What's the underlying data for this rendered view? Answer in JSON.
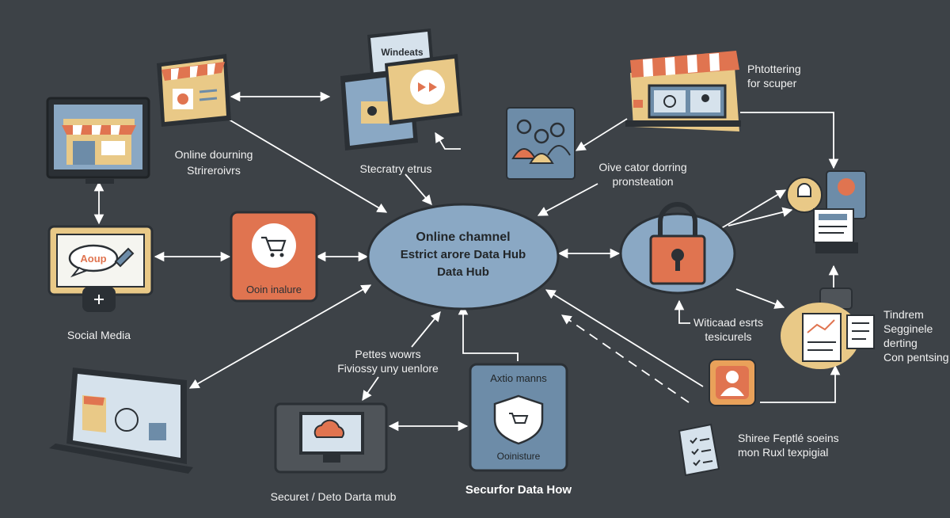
{
  "colors": {
    "background": "#3d4247",
    "hub_fill": "#8aa8c4",
    "orange": "#e07450",
    "cream": "#e9c987",
    "slate": "#6d8ca8",
    "dark_panel": "#4f5459",
    "outline": "#222629",
    "arrow": "#ffffff"
  },
  "hub": {
    "lines": [
      "Online chamnel",
      "Estrict arore Data Hub",
      "Data Hub"
    ]
  },
  "nodes": {
    "online_store": {
      "icon": "storefront-monitor-icon",
      "label_lines": [
        "Online dourning",
        "Strireroivrs"
      ]
    },
    "windows": {
      "icon": "browser-windows-icon",
      "window_title": "Windeats",
      "label": "Stecratry etrus"
    },
    "people": {
      "icon": "people-group-icon"
    },
    "shop": {
      "icon": "shop-building-icon",
      "label_lines": [
        "Phtottering",
        "for scuper"
      ]
    },
    "social": {
      "icon": "chat-bubble-icon",
      "bubble_text": "Aoup",
      "label": "Social Media"
    },
    "cart": {
      "icon": "shopping-cart-icon",
      "label": "Ooin inalure"
    },
    "lock": {
      "icon": "padlock-icon"
    },
    "avatar_docs": {
      "icon": "avatar-documents-icon"
    },
    "laptop": {
      "icon": "laptop-storefront-icon"
    },
    "cloud_monitor": {
      "icon": "cloud-monitor-icon",
      "label": "Securet / Deto Darta mub"
    },
    "shield": {
      "icon": "shield-cart-icon",
      "title": "Axtio manns",
      "inner_label": "Ooinisture",
      "label": "Securfor Data How"
    },
    "reports": {
      "icon": "report-charts-icon"
    },
    "user_badge": {
      "icon": "user-badge-icon"
    },
    "checklist": {
      "icon": "checklist-document-icon"
    }
  },
  "labels": {
    "olive": [
      "Oive cator dorring",
      "pronsteation"
    ],
    "withcad": [
      "Witicaad esrts",
      "tesicurels"
    ],
    "pattes": [
      "Pettes wowrs",
      "Fiviossy uny uenlore"
    ],
    "tindrem": [
      "Tindrem",
      "Segginele",
      "derting",
      "Con pentsing"
    ],
    "shiree": [
      "Shiree Feptlé soeins",
      "mon Ruxl texpigial"
    ]
  }
}
